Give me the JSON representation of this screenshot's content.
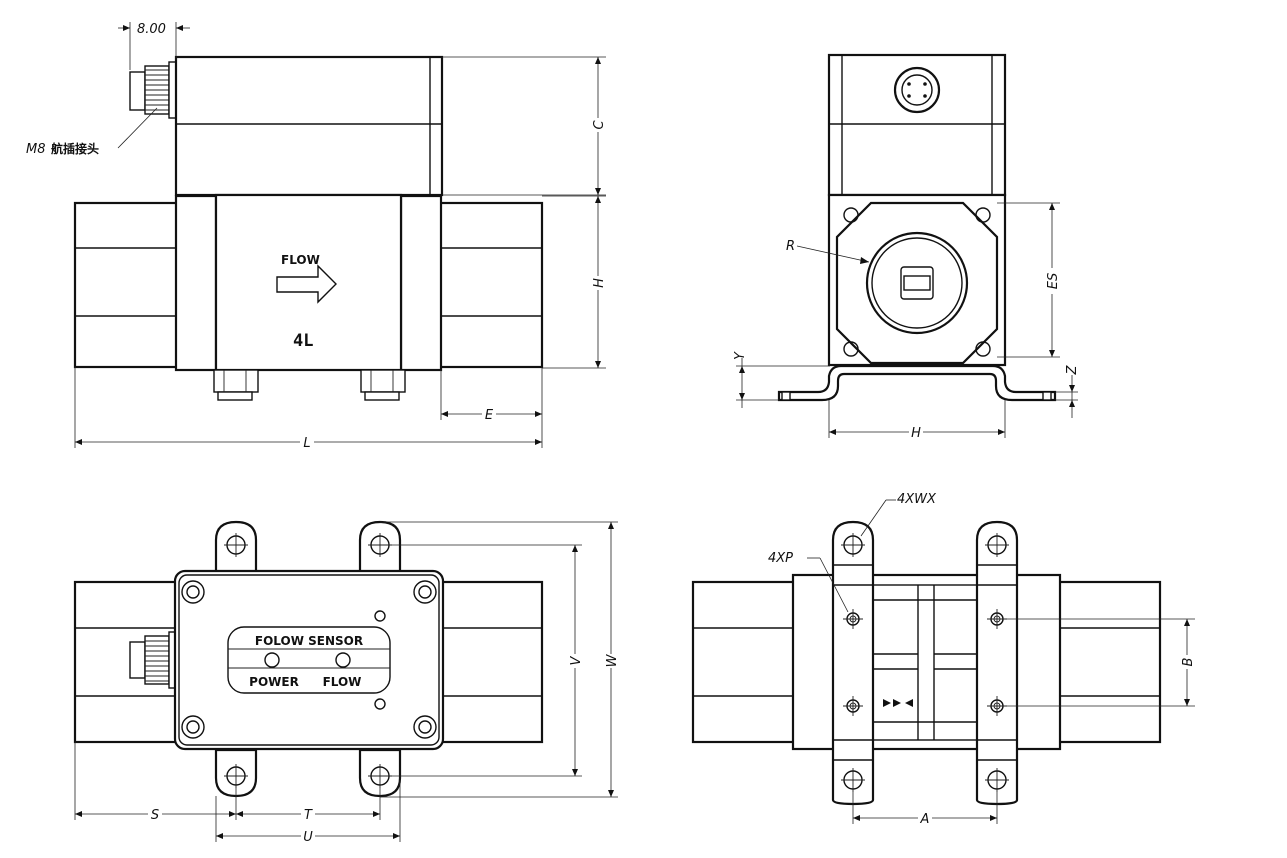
{
  "labels": {
    "top_dim": "8.00",
    "connector_prefix": "M8",
    "connector_cn": "航插接头",
    "flow_arrow": "FLOW",
    "model": "4L",
    "dim_C": "C",
    "dim_H_front": "H",
    "dim_E": "E",
    "dim_L": "L",
    "dim_R": "R",
    "dim_ES": "ES",
    "dim_Y": "Y",
    "dim_Z": "Z",
    "dim_H_side": "H",
    "panel_title": "FOLOW SENSOR",
    "led_power": "POWER",
    "led_flow": "FLOW",
    "dim_V": "V",
    "dim_W": "W",
    "dim_S": "S",
    "dim_T": "T",
    "dim_U": "U",
    "hole_WX": "4XWX",
    "hole_P": "4XP",
    "dim_B": "B",
    "dim_A": "A"
  }
}
